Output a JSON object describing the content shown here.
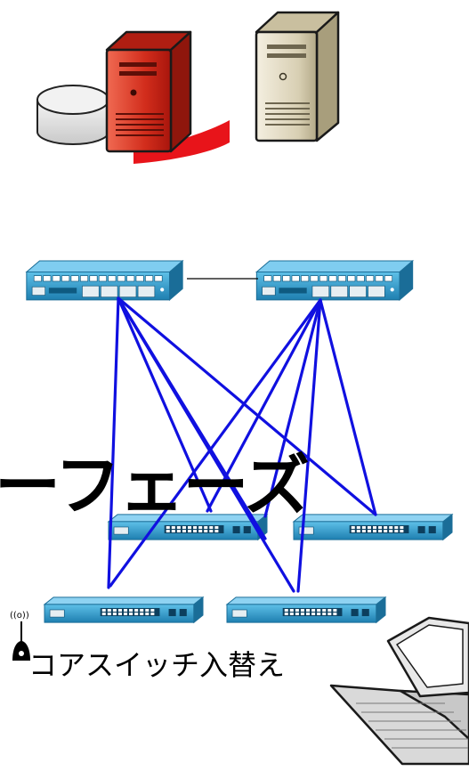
{
  "title_fragment": "ーフェーズ",
  "caption": "コアスイッチ入替え",
  "wifi_glyph": "((o))",
  "colors": {
    "link_line": "#1010e0",
    "switch_body": "#2f9fcf",
    "server_red": "#e43d2a",
    "server_beige": "#ddd3b8"
  },
  "icons": [
    "storage-disk-icon",
    "red-server-icon",
    "beige-server-icon",
    "core-switch-icon",
    "access-switch-icon",
    "wireless-ap-icon",
    "laptop-icon"
  ]
}
